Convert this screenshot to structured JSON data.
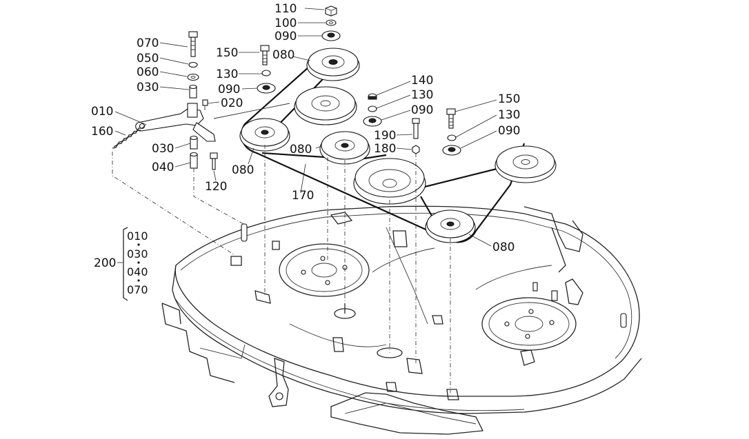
{
  "labels": {
    "p110": "110",
    "p100": "100",
    "p090_top": "090",
    "p070": "070",
    "p050": "050",
    "p060": "060",
    "p030_a": "030",
    "p010": "010",
    "p160": "160",
    "p030_b": "030",
    "p040": "040",
    "p020": "020",
    "p120": "120",
    "p150_a": "150",
    "p080_a": "080",
    "p130_a": "130",
    "p090_a": "090",
    "p080_b": "080",
    "p080_c": "080",
    "p170": "170",
    "p140": "140",
    "p130_b": "130",
    "p090_b": "090",
    "p190": "190",
    "p180": "180",
    "p150_b": "150",
    "p130_c": "130",
    "p090_c": "090",
    "p080_d": "080",
    "p200": "200"
  },
  "group_200": [
    "010",
    "030",
    "040",
    "070"
  ]
}
